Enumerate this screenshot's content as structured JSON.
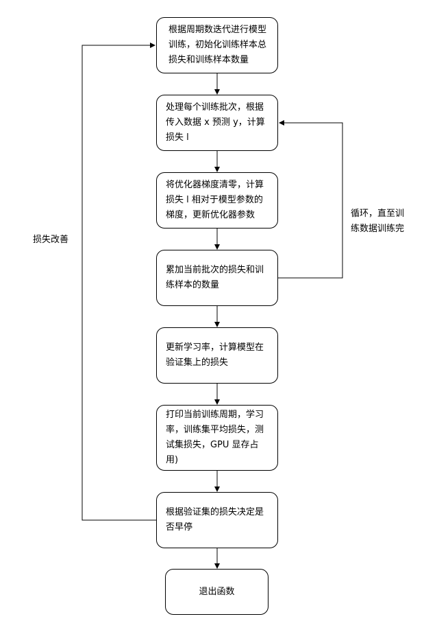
{
  "nodes": [
    {
      "id": "n1",
      "text": "根据周期数迭代进行模型训练，初始化训练样本总损失和训练样本数量"
    },
    {
      "id": "n2",
      "text": "处理每个训练批次，根据传入数据 x 预测 y，计算损失 l"
    },
    {
      "id": "n3",
      "text": "将优化器梯度清零，计算损失 l 相对于模型参数的梯度，更新优化器参数"
    },
    {
      "id": "n4",
      "text": "累加当前批次的损失和训练样本的数量"
    },
    {
      "id": "n5",
      "text": "更新学习率，计算模型在验证集上的损失"
    },
    {
      "id": "n6",
      "text": "打印当前训练周期，学习率，训练集平均损失，测试集损失，GPU 显存占用)"
    },
    {
      "id": "n7",
      "text": "根据验证集的损失决定是否早停"
    },
    {
      "id": "n8",
      "text": "退出函数"
    }
  ],
  "edge_labels": {
    "loop": "循环，直至训练数据训练完",
    "improve": "损失改善"
  },
  "colors": {
    "stroke": "#000000",
    "background": "#ffffff"
  }
}
